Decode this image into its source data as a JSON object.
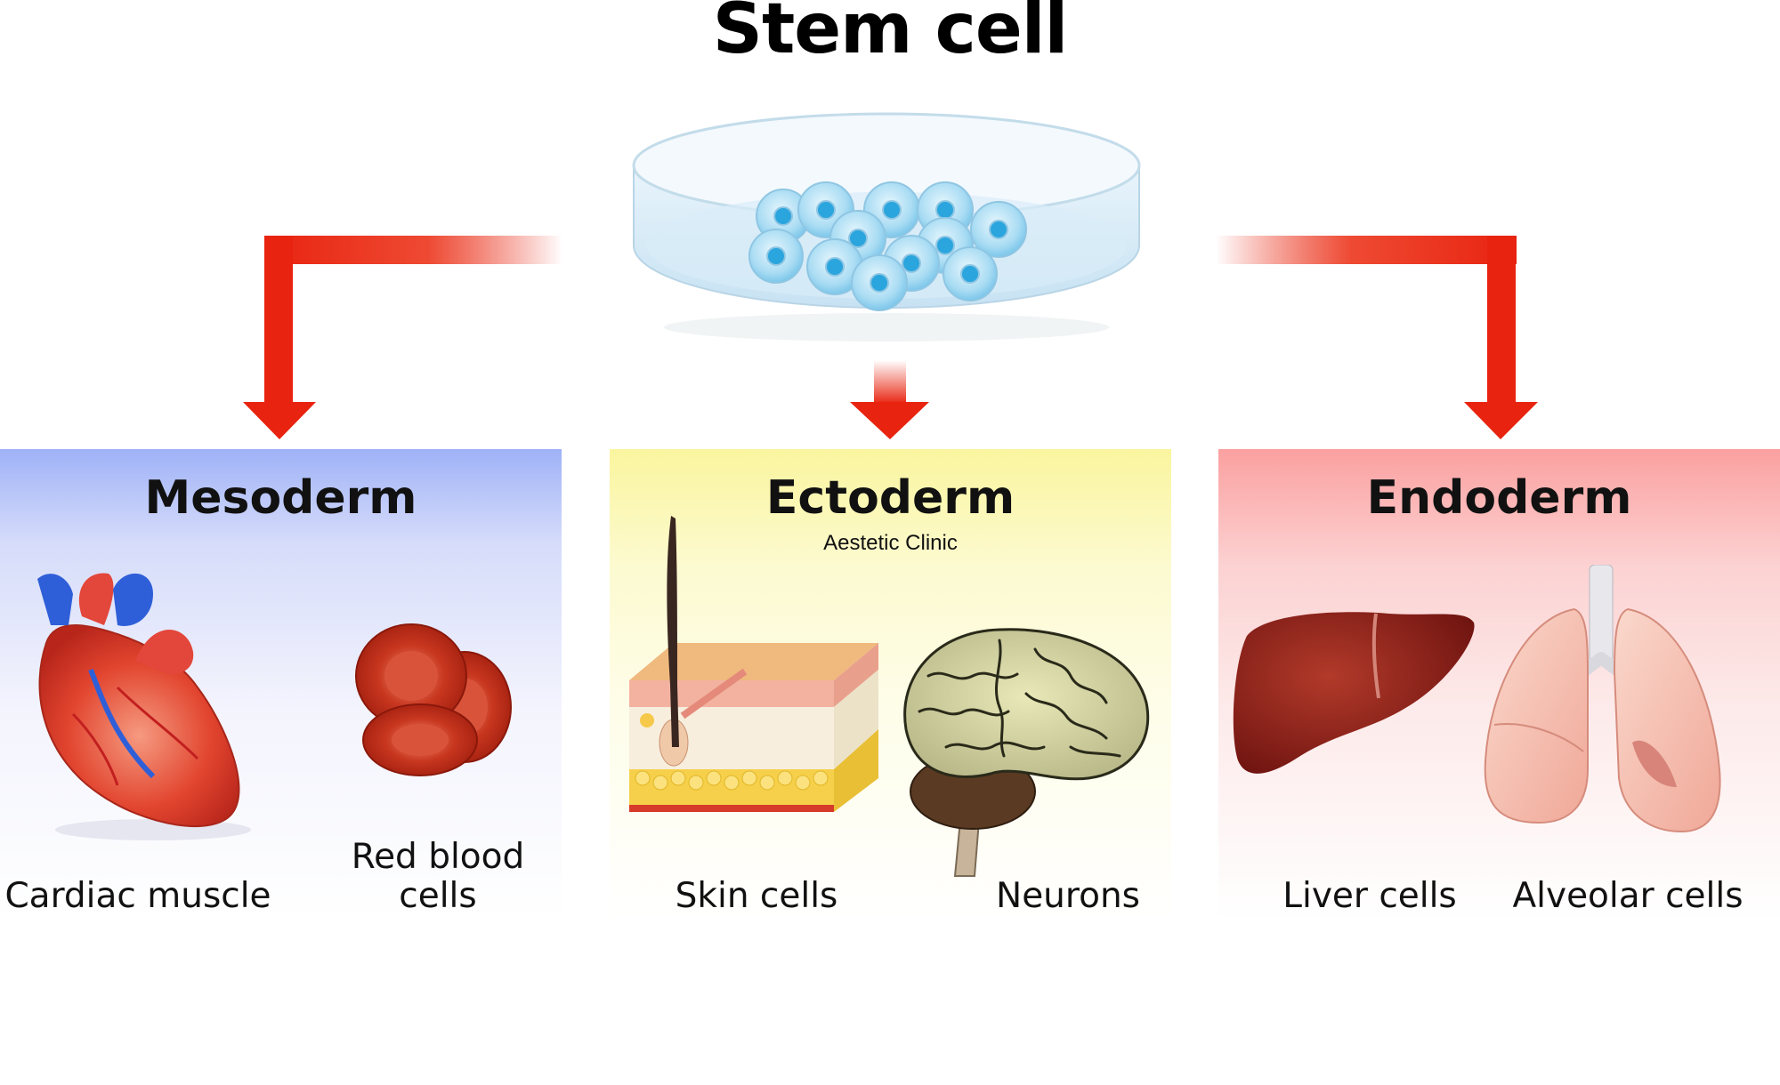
{
  "title": "Stem cell",
  "icons": {
    "dish": "petri-dish-with-cells",
    "arrow_color": "#e8230f"
  },
  "panels": [
    {
      "name": "Mesoderm",
      "color": "#9fb2f7",
      "items": [
        {
          "label": "Cardiac muscle",
          "icon": "heart-icon"
        },
        {
          "label_line1": "Red blood",
          "label_line2": "cells",
          "icon": "red-blood-cells-icon"
        }
      ]
    },
    {
      "name": "Ectoderm",
      "subtitle": "Aestetic Clinic",
      "color": "#faf59e",
      "items": [
        {
          "label": "Skin cells",
          "icon": "skin-cross-section-icon"
        },
        {
          "label": "Neurons",
          "icon": "brain-icon"
        }
      ]
    },
    {
      "name": "Endoderm",
      "color": "#fba0a0",
      "items": [
        {
          "label": "Liver cells",
          "icon": "liver-icon"
        },
        {
          "label": "Alveolar cells",
          "icon": "lungs-icon"
        }
      ]
    }
  ]
}
